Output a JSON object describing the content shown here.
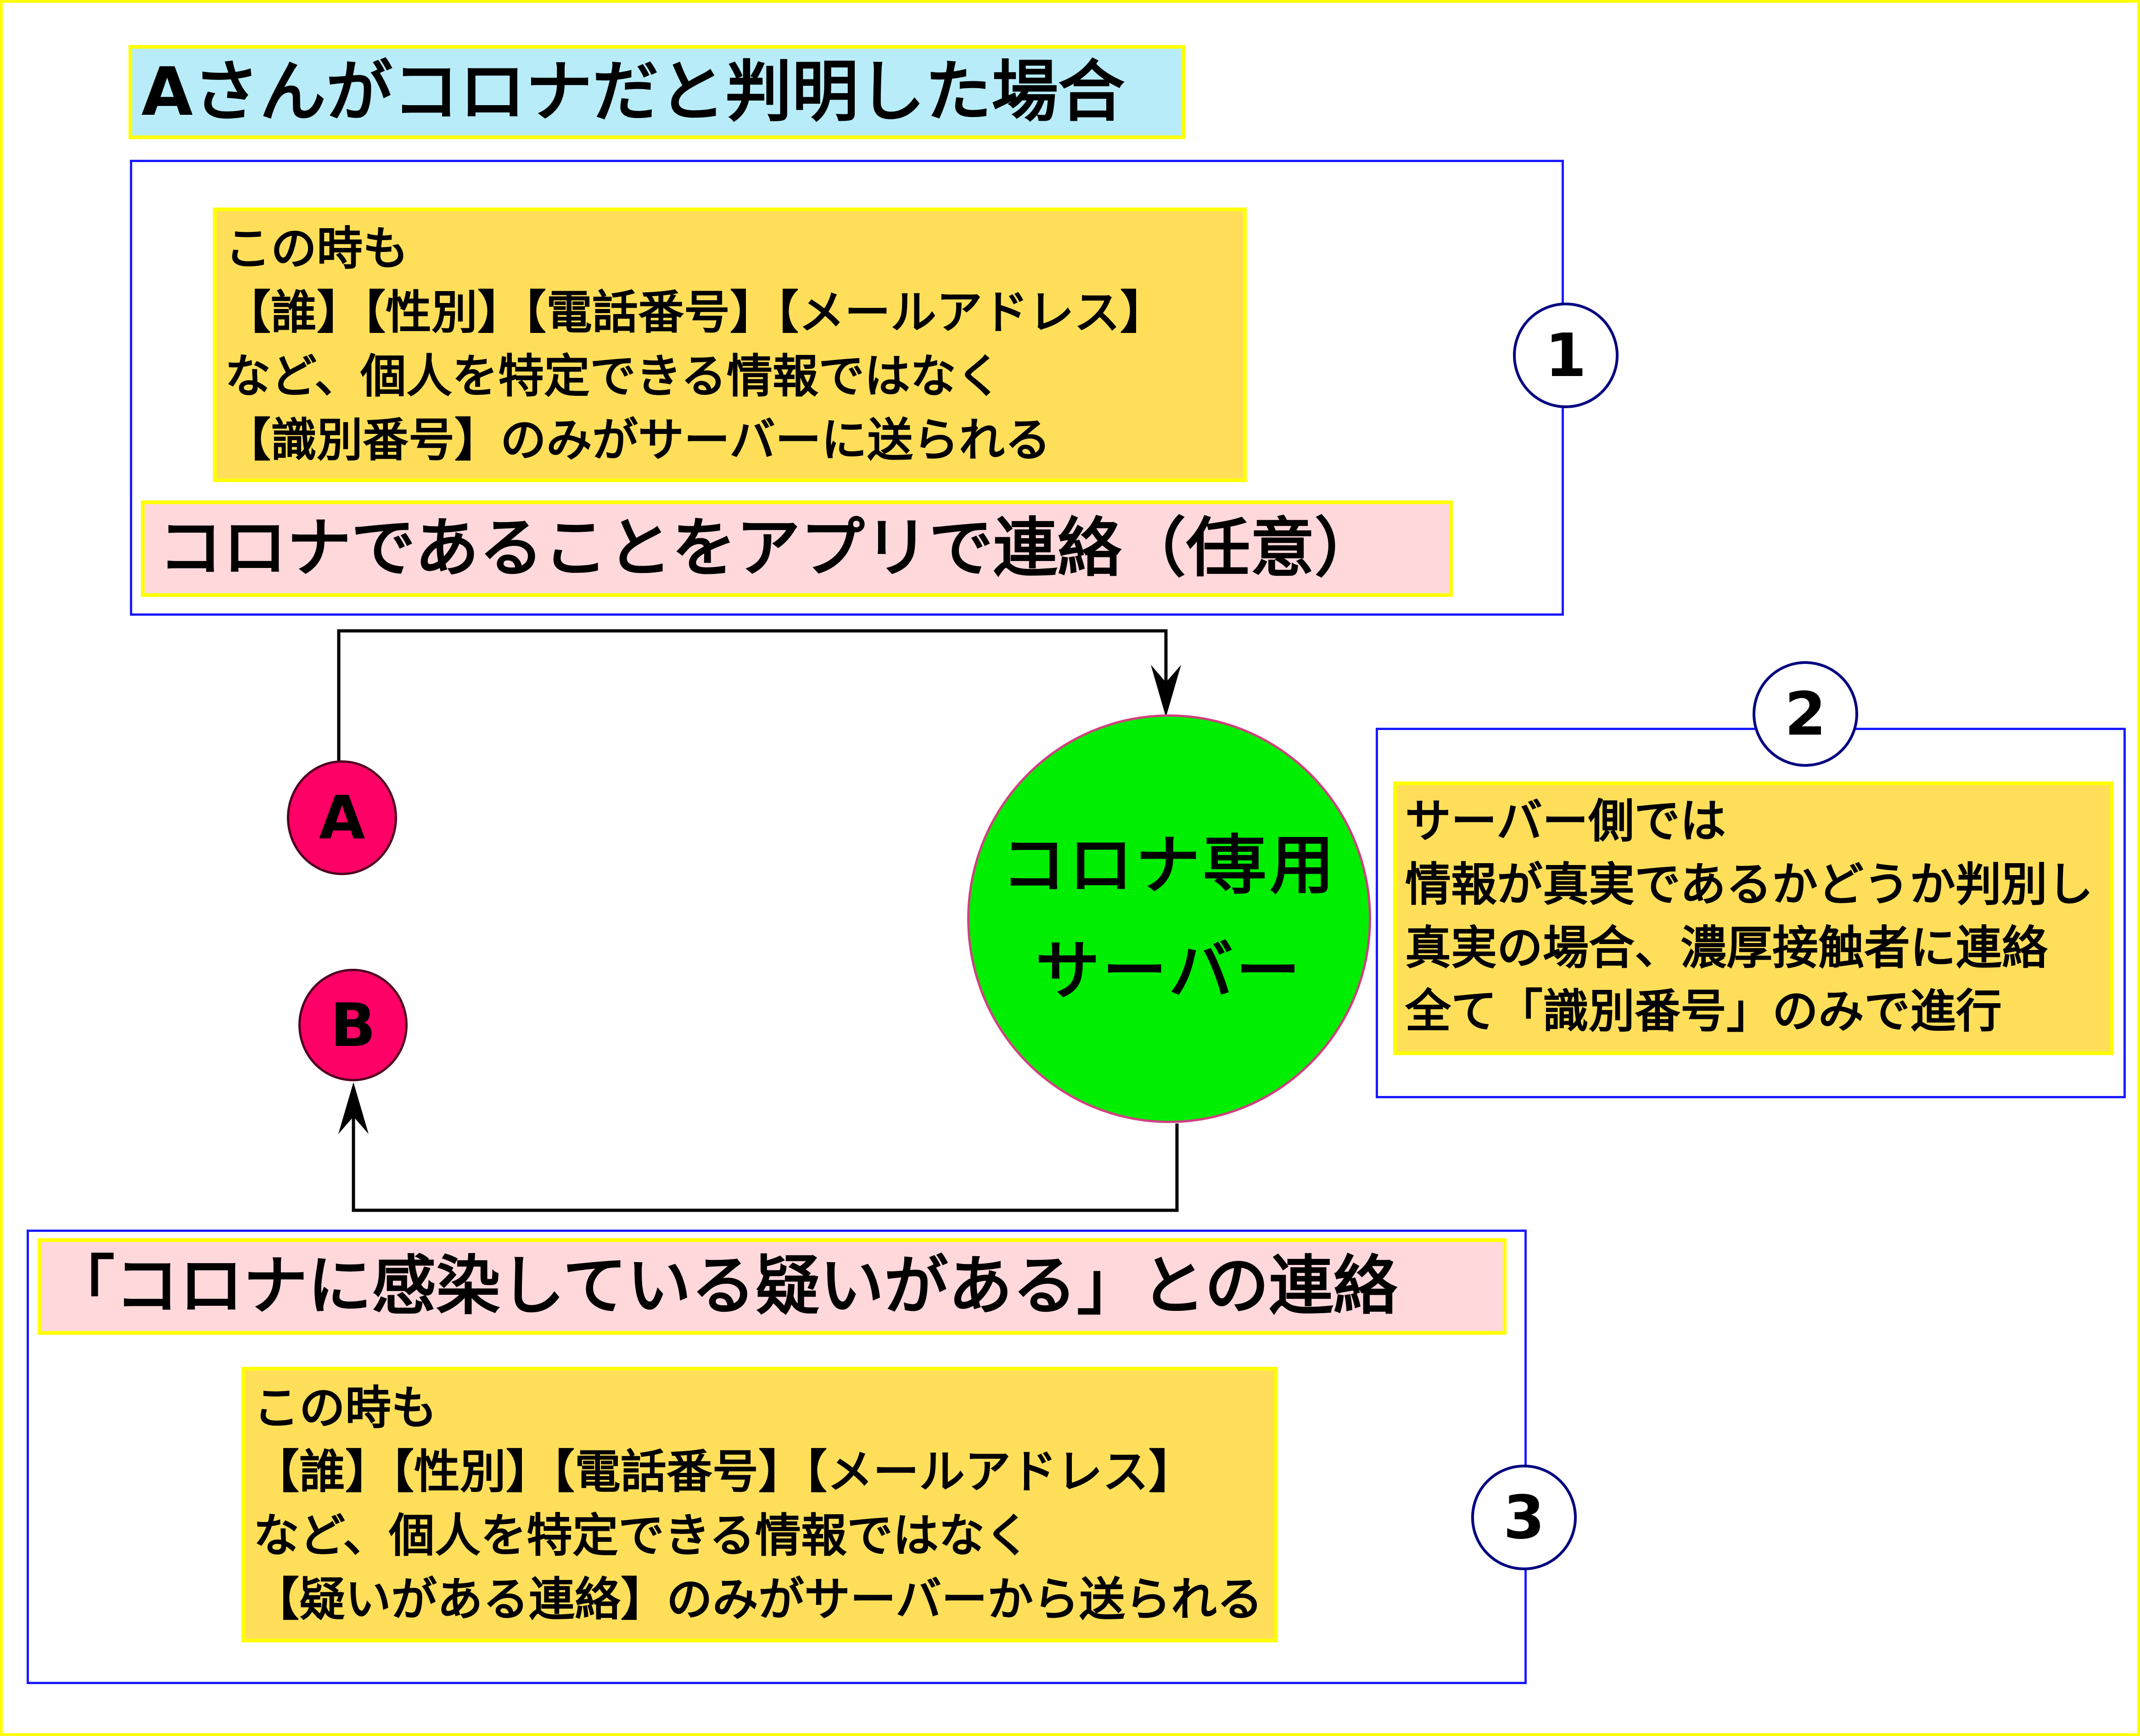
{
  "title": "Aさんがコロナだと判明した場合",
  "step1": {
    "number": "1",
    "note_lines": [
      "この時も",
      "【誰】【性別】【電話番号】【メールアドレス】",
      "など、個人を特定できる情報ではなく",
      "【識別番号】のみがサーバーに送られる"
    ],
    "action": "コロナであることをアプリで連絡（任意）"
  },
  "step2": {
    "number": "2",
    "note_lines": [
      "サーバー側では",
      "情報が真実であるかどうか判別し",
      "真実の場合、濃厚接触者に連絡",
      "全て「識別番号」のみで進行"
    ]
  },
  "step3": {
    "number": "3",
    "action": "「コロナに感染している疑いがある」との連絡",
    "note_lines": [
      "この時も",
      "【誰】【性別】【電話番号】【メールアドレス】",
      "など、個人を特定できる情報ではなく",
      "【疑いがある連絡】のみがサーバーから送られる"
    ]
  },
  "nodes": {
    "a": "A",
    "b": "B"
  },
  "server_lines": [
    "コロナ専用",
    "サーバー"
  ],
  "colors": {
    "frame": "#ffff00",
    "panel_border": "#1a1aff",
    "note_bg": "#ffdf5a",
    "action_bg": "#ffd8dc",
    "title_bg": "#b8ecf8",
    "node": "#ff0066",
    "server": "#00ee00"
  }
}
